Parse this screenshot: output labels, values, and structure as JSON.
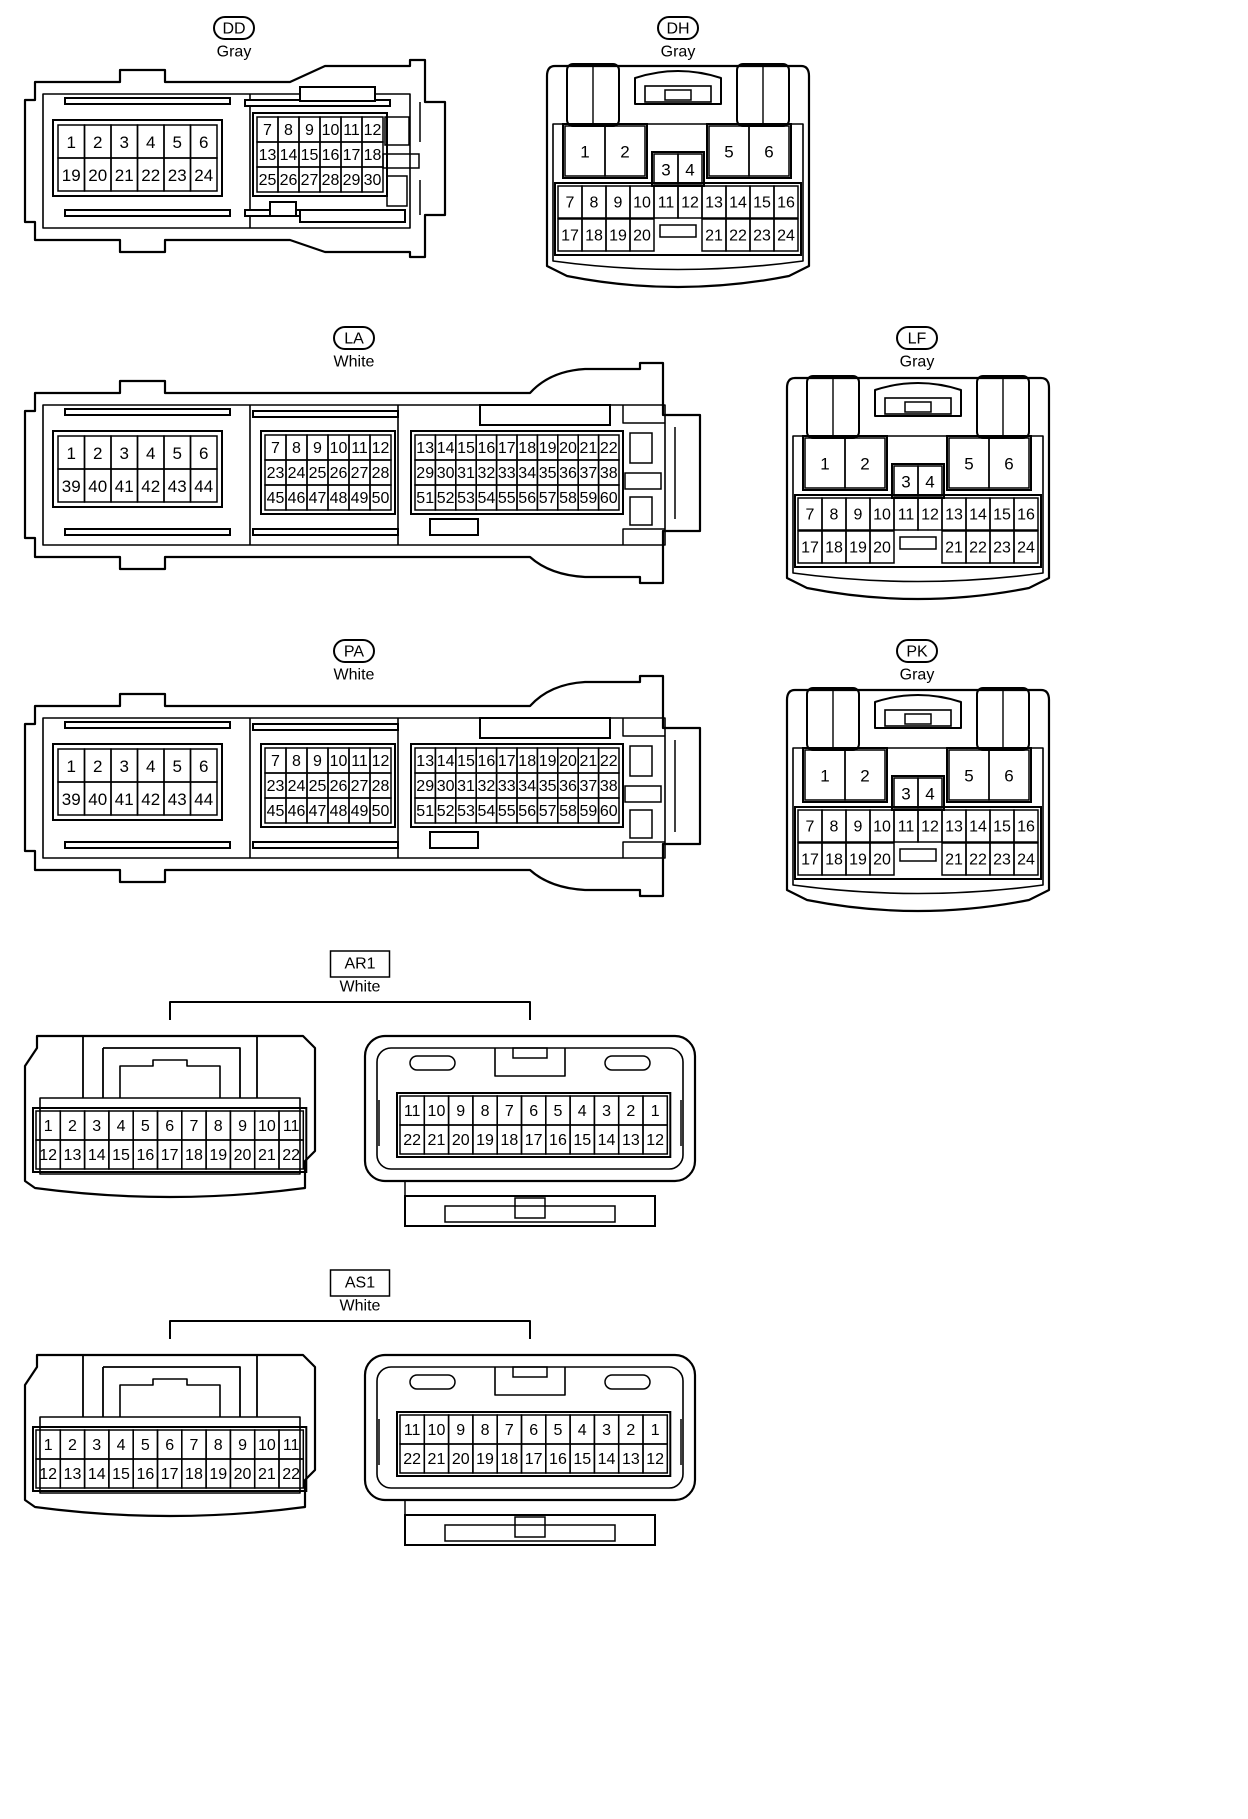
{
  "connectors": {
    "DD": {
      "code": "DD",
      "color": "Gray",
      "type": "wide-2block",
      "blocks": [
        [
          [
            "1",
            "2",
            "3",
            "4",
            "5",
            "6"
          ],
          [
            "19",
            "20",
            "21",
            "22",
            "23",
            "24"
          ]
        ],
        [
          [
            "7",
            "8",
            "9",
            "10",
            "11",
            "12"
          ],
          [
            "13",
            "14",
            "15",
            "16",
            "17",
            "18"
          ],
          [
            "25",
            "26",
            "27",
            "28",
            "29",
            "30"
          ]
        ]
      ]
    },
    "DH": {
      "code": "DH",
      "color": "Gray",
      "type": "grid24",
      "big": [
        "1",
        "2",
        "5",
        "6"
      ],
      "mid": [
        "3",
        "4"
      ],
      "row1": [
        "7",
        "8",
        "9",
        "10",
        "11",
        "12",
        "13",
        "14",
        "15",
        "16"
      ],
      "row2": [
        "17",
        "18",
        "19",
        "20",
        "21",
        "22",
        "23",
        "24"
      ]
    },
    "LA": {
      "code": "LA",
      "color": "White",
      "type": "wide-3block",
      "blocks": [
        [
          [
            "1",
            "2",
            "3",
            "4",
            "5",
            "6"
          ],
          [
            "39",
            "40",
            "41",
            "42",
            "43",
            "44"
          ]
        ],
        [
          [
            "7",
            "8",
            "9",
            "10",
            "11",
            "12"
          ],
          [
            "23",
            "24",
            "25",
            "26",
            "27",
            "28"
          ],
          [
            "45",
            "46",
            "47",
            "48",
            "49",
            "50"
          ]
        ],
        [
          [
            "13",
            "14",
            "15",
            "16",
            "17",
            "18",
            "19",
            "20",
            "21",
            "22"
          ],
          [
            "29",
            "30",
            "31",
            "32",
            "33",
            "34",
            "35",
            "36",
            "37",
            "38"
          ],
          [
            "51",
            "52",
            "53",
            "54",
            "55",
            "56",
            "57",
            "58",
            "59",
            "60"
          ]
        ]
      ]
    },
    "LF": {
      "code": "LF",
      "color": "Gray",
      "type": "grid24",
      "big": [
        "1",
        "2",
        "5",
        "6"
      ],
      "mid": [
        "3",
        "4"
      ],
      "row1": [
        "7",
        "8",
        "9",
        "10",
        "11",
        "12",
        "13",
        "14",
        "15",
        "16"
      ],
      "row2": [
        "17",
        "18",
        "19",
        "20",
        "21",
        "22",
        "23",
        "24"
      ]
    },
    "PA": {
      "code": "PA",
      "color": "White",
      "type": "wide-3block",
      "blocks": [
        [
          [
            "1",
            "2",
            "3",
            "4",
            "5",
            "6"
          ],
          [
            "39",
            "40",
            "41",
            "42",
            "43",
            "44"
          ]
        ],
        [
          [
            "7",
            "8",
            "9",
            "10",
            "11",
            "12"
          ],
          [
            "23",
            "24",
            "25",
            "26",
            "27",
            "28"
          ],
          [
            "45",
            "46",
            "47",
            "48",
            "49",
            "50"
          ]
        ],
        [
          [
            "13",
            "14",
            "15",
            "16",
            "17",
            "18",
            "19",
            "20",
            "21",
            "22"
          ],
          [
            "29",
            "30",
            "31",
            "32",
            "33",
            "34",
            "35",
            "36",
            "37",
            "38"
          ],
          [
            "51",
            "52",
            "53",
            "54",
            "55",
            "56",
            "57",
            "58",
            "59",
            "60"
          ]
        ]
      ]
    },
    "PK": {
      "code": "PK",
      "color": "Gray",
      "type": "grid24",
      "big": [
        "1",
        "2",
        "5",
        "6"
      ],
      "mid": [
        "3",
        "4"
      ],
      "row1": [
        "7",
        "8",
        "9",
        "10",
        "11",
        "12",
        "13",
        "14",
        "15",
        "16"
      ],
      "row2": [
        "17",
        "18",
        "19",
        "20",
        "21",
        "22",
        "23",
        "24"
      ]
    },
    "AR1": {
      "code": "AR1",
      "color": "White",
      "type": "pair22",
      "left": [
        [
          "1",
          "2",
          "3",
          "4",
          "5",
          "6",
          "7",
          "8",
          "9",
          "10",
          "11"
        ],
        [
          "12",
          "13",
          "14",
          "15",
          "16",
          "17",
          "18",
          "19",
          "20",
          "21",
          "22"
        ]
      ],
      "right": [
        [
          "11",
          "10",
          "9",
          "8",
          "7",
          "6",
          "5",
          "4",
          "3",
          "2",
          "1"
        ],
        [
          "22",
          "21",
          "20",
          "19",
          "18",
          "17",
          "16",
          "15",
          "14",
          "13",
          "12"
        ]
      ]
    },
    "AS1": {
      "code": "AS1",
      "color": "White",
      "type": "pair22",
      "left": [
        [
          "1",
          "2",
          "3",
          "4",
          "5",
          "6",
          "7",
          "8",
          "9",
          "10",
          "11"
        ],
        [
          "12",
          "13",
          "14",
          "15",
          "16",
          "17",
          "18",
          "19",
          "20",
          "21",
          "22"
        ]
      ],
      "right": [
        [
          "11",
          "10",
          "9",
          "8",
          "7",
          "6",
          "5",
          "4",
          "3",
          "2",
          "1"
        ],
        [
          "22",
          "21",
          "20",
          "19",
          "18",
          "17",
          "16",
          "15",
          "14",
          "13",
          "12"
        ]
      ]
    }
  },
  "colors": {
    "line": "#000000",
    "background": "#ffffff"
  }
}
